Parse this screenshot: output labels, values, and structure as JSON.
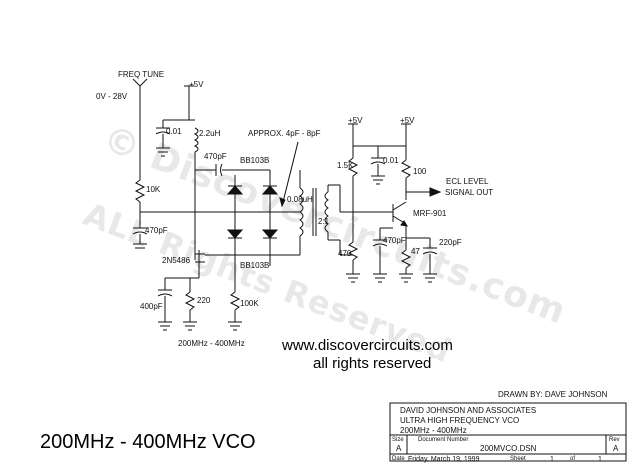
{
  "title": "200MHz - 400MHz VCO",
  "website": "www.discovercircuits.com",
  "rights": "all rights reserved",
  "drawn_by": "DRAWN BY: DAVE JOHNSON",
  "watermark": {
    "line1": "© Discovercircuits.com",
    "line2": "ALL Rights Reserved"
  },
  "labels": {
    "freq_tune": "FREQ TUNE",
    "tune_range": "0V - 28V",
    "supply": "+5V",
    "c_001": "0.01",
    "l_22": "2.2uH",
    "c_470_top": "470pF",
    "approx": "APPROX. 4pF - 8pF",
    "bb103b_top": "BB103B",
    "bb103b_bot": "BB103B",
    "r_10k": "10K",
    "c_470_tune": "470pF",
    "l_008": "0.08uH",
    "ratio": "2:1",
    "fet": "2N5486",
    "c_400": "400pF",
    "r_220": "220",
    "r_100k": "100K",
    "band": "200MHz - 400MHz",
    "r_15k": "1.5K",
    "c_001_b": "0.01",
    "r_100": "100",
    "ecl_level": "ECL LEVEL",
    "signal_out": "SIGNAL OUT",
    "transistor": "MRF-901",
    "r_470": "470",
    "c_470_b": "470pF",
    "r_47": "47",
    "c_220": "220pF"
  },
  "title_block": {
    "company": "DAVID JOHNSON AND ASSOCIATES",
    "line2": "ULTRA HIGH FREQUENCY VCO",
    "line3": "200MHz - 400MHz",
    "size_label": "Size",
    "size_value": "A",
    "doc_label": "Document Number",
    "doc_value": "200MVCO.DSN",
    "rev_label": "Rev",
    "rev_value": "A",
    "date_label": "Date",
    "date_value": "Friday, March 19, 1999",
    "sheet_label": "Sheet",
    "sheet_value": "1",
    "of_label": "of",
    "of_value": "1"
  }
}
